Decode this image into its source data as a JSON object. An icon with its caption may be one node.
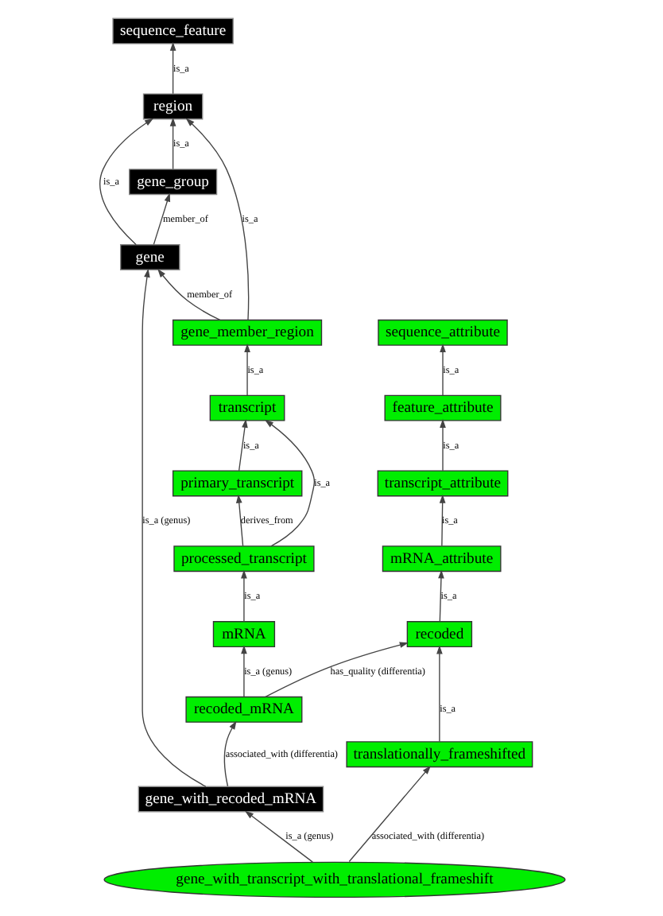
{
  "diagram": {
    "nodes": [
      {
        "text": [
          "sequence_feature"
        ]
      },
      {
        "text": [
          "region"
        ]
      },
      {
        "text": [
          "gene_group"
        ]
      },
      {
        "text": [
          "gene"
        ]
      },
      {
        "text": [
          "gene_member_region"
        ]
      },
      {
        "text": [
          "sequence_attribute"
        ]
      },
      {
        "text": [
          "transcript"
        ]
      },
      {
        "text": [
          "feature_attribute"
        ]
      },
      {
        "text": [
          "primary_transcript"
        ]
      },
      {
        "text": [
          "transcript_attribute"
        ]
      },
      {
        "text": [
          "processed_transcript"
        ]
      },
      {
        "text": [
          "mRNA_attribute"
        ]
      },
      {
        "text": [
          "mRNA"
        ]
      },
      {
        "text": [
          "recoded"
        ]
      },
      {
        "text": [
          "recoded_mRNA"
        ]
      },
      {
        "text": [
          "translationally_frameshifted"
        ]
      },
      {
        "text": [
          "gene_with_recoded_mRNA"
        ]
      },
      {
        "text": [
          "gene_with_transcript_with_translational_frameshift"
        ]
      }
    ],
    "edges": [
      {
        "from": 1,
        "to": 0,
        "arrow": "to",
        "label": "is_a"
      },
      {
        "from": 2,
        "to": 1,
        "arrow": "to",
        "label": "is_a"
      },
      {
        "from": 3,
        "to": 1,
        "arrow": "to",
        "label": "is_a"
      },
      {
        "from": 3,
        "to": 2,
        "arrow": "to",
        "label": "member_of"
      },
      {
        "from": 4,
        "to": 1,
        "arrow": "to",
        "label": "is_a"
      },
      {
        "from": 4,
        "to": 3,
        "arrow": "to",
        "label": "member_of"
      },
      {
        "from": 6,
        "to": 4,
        "arrow": "to",
        "label": "is_a"
      },
      {
        "from": 8,
        "to": 6,
        "arrow": "to",
        "label": "is_a"
      },
      {
        "from": 10,
        "to": 6,
        "arrow": "to",
        "label": "is_a"
      },
      {
        "from": 10,
        "to": 8,
        "arrow": "to",
        "label": "derives_from"
      },
      {
        "from": 7,
        "to": 5,
        "arrow": "to",
        "label": "is_a"
      },
      {
        "from": 9,
        "to": 7,
        "arrow": "to",
        "label": "is_a"
      },
      {
        "from": 11,
        "to": 9,
        "arrow": "to",
        "label": "is_a"
      },
      {
        "from": 13,
        "to": 11,
        "arrow": "to",
        "label": "is_a"
      },
      {
        "from": 12,
        "to": 10,
        "arrow": "to",
        "label": "is_a"
      },
      {
        "from": 14,
        "to": 12,
        "arrow": "to",
        "label": "is_a (genus)"
      },
      {
        "from": 14,
        "to": 13,
        "arrow": "to",
        "label": "has_quality (differentia)"
      },
      {
        "from": 16,
        "to": 3,
        "arrow": "to",
        "label": "is_a (genus)"
      },
      {
        "from": 16,
        "to": 14,
        "arrow": "to",
        "label": "associated_with (differentia)"
      },
      {
        "from": 15,
        "to": 13,
        "arrow": "to",
        "label": "is_a"
      },
      {
        "from": 17,
        "to": 16,
        "arrow": "to",
        "label": "is_a (genus)"
      },
      {
        "from": 17,
        "to": 15,
        "arrow": "to",
        "label": "associated_with (differentia)"
      }
    ]
  }
}
